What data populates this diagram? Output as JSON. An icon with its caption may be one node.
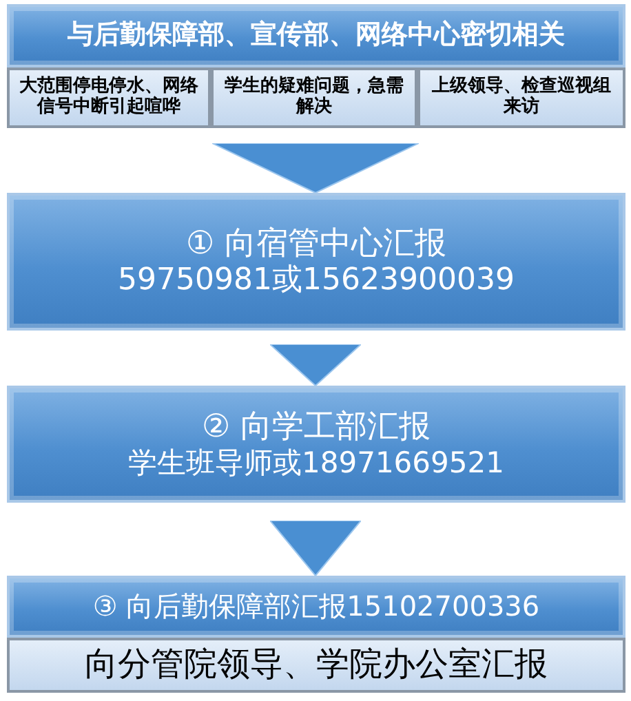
{
  "diagram": {
    "nodes": [
      {
        "text": [
          "与后勤保障部、宣传部、网络中心密切相关"
        ]
      },
      {
        "text": [
          "大范围停电停水、网络信号中断引起喧哗"
        ]
      },
      {
        "text": [
          "学生的疑难问题，急需解决"
        ]
      },
      {
        "text": [
          "上级领导、检查巡视组来访"
        ]
      },
      {
        "text": [
          "① 向宿管中心汇报",
          "59750981或15623900039"
        ]
      },
      {
        "text": [
          "② 向学工部汇报",
          "学生班导师或18971669521"
        ]
      },
      {
        "text": [
          "③ 向后勤保障部汇报15102700336"
        ]
      },
      {
        "text": [
          "向分管院领导、学院办公室汇报"
        ]
      }
    ],
    "edges": [
      {
        "from": 2,
        "to": 4,
        "arrow": "to"
      },
      {
        "from": 4,
        "to": 5,
        "arrow": "to"
      },
      {
        "from": 5,
        "to": 6,
        "arrow": "to"
      }
    ]
  }
}
